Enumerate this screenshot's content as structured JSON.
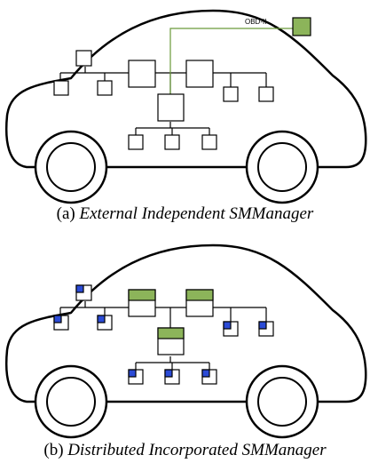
{
  "figure_a": {
    "caption_prefix": "(a)",
    "caption_title": "External Independent SMManager",
    "port_label": "OBD-II"
  },
  "figure_b": {
    "caption_prefix": "(b)",
    "caption_title": "Distributed Incorporated SMManager"
  },
  "colors": {
    "manager_green": "#8cb45a",
    "manager_blue": "#2b4bd6",
    "line": "#000000",
    "link_green": "#6a9a3a"
  }
}
